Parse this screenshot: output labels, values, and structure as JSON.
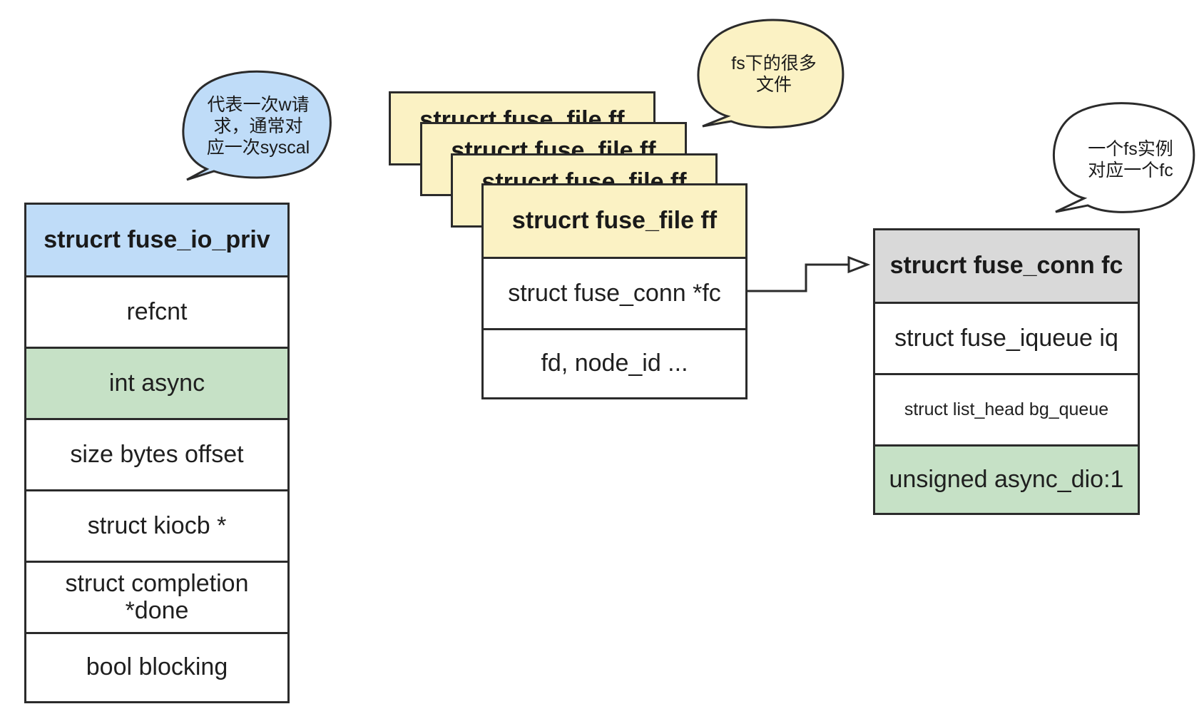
{
  "io_priv": {
    "title": "strucrt fuse_io_priv",
    "fields": [
      {
        "label": "refcnt",
        "highlight": false
      },
      {
        "label": "int async",
        "highlight": true
      },
      {
        "label": "size bytes offset",
        "highlight": false
      },
      {
        "label": "struct kiocb *",
        "highlight": false
      },
      {
        "label": "struct  completion *done",
        "highlight": false
      },
      {
        "label": "bool blocking",
        "highlight": false
      }
    ]
  },
  "fuse_file": {
    "stack_titles": [
      "strucrt fuse_file ff",
      "strucrt fuse_file ff",
      "strucrt fuse_file ff"
    ],
    "title": "strucrt fuse_file ff",
    "fields": [
      {
        "label": "struct fuse_conn *fc",
        "highlight": false
      },
      {
        "label": "fd, node_id ...",
        "highlight": false
      }
    ]
  },
  "fuse_conn": {
    "title": "strucrt fuse_conn fc",
    "fields": [
      {
        "label": "struct fuse_iqueue iq",
        "highlight": false
      },
      {
        "label": "struct list_head bg_queue",
        "highlight": false
      },
      {
        "label": "unsigned async_dio:1",
        "highlight": true
      }
    ]
  },
  "bubbles": {
    "io_priv_note": "代表一次w请\n求，通常对\n应一次syscal",
    "fs_files_note": "fs下的很多\n文件",
    "fs_instance_note": "一个fs实例\n对应一个fc"
  },
  "colors": {
    "io_priv_header": "#bfdcf8",
    "fuse_file_header": "#fbf2c4",
    "fuse_conn_header": "#d9d9d9",
    "highlight": "#c6e1c6",
    "bubble_blue": "#bfdcf8",
    "bubble_yellow": "#fbf2c4",
    "bubble_white": "#ffffff"
  }
}
